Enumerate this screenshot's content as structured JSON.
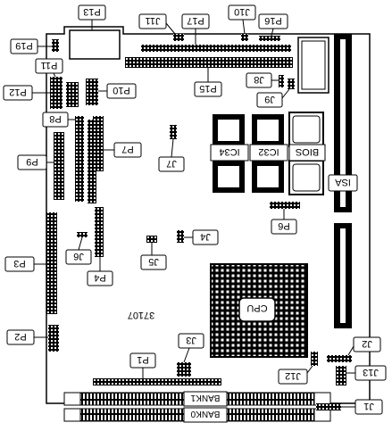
{
  "board": {
    "number": "37107",
    "connectors": {
      "p13": "P13",
      "p19": "P19",
      "j11": "J11",
      "p17": "P17",
      "j10": "J10",
      "p16": "P16",
      "p11": "P11",
      "p12": "P12",
      "p10": "P10",
      "p15": "P15",
      "j8": "J8",
      "j9": "J9",
      "p8": "P8",
      "p9": "P9",
      "p7": "P7",
      "j7": "J7",
      "j6": "J6",
      "j4": "J4",
      "p4": "P4",
      "j5": "J5",
      "p6": "P6",
      "p3": "P3",
      "p2": "P2",
      "p1": "P1",
      "j3": "J3",
      "j2": "J2",
      "j12": "J12",
      "j13": "J13",
      "j1": "J1"
    },
    "chips": {
      "ic34": "IC34",
      "ic32": "IC32",
      "bios": "BIOS",
      "cpu": "CPU"
    },
    "slots": {
      "isa": "ISA",
      "bank1": "BANK1",
      "bank0": "BANK0"
    }
  }
}
